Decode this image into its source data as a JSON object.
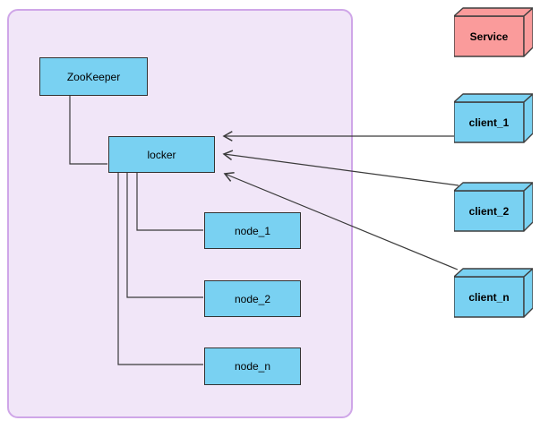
{
  "colors": {
    "node_fill": "#79d1f2",
    "service_fill": "#fa9b9b",
    "group_fill": "#f1e6f8",
    "group_border": "#cfa6e8",
    "line": "#3a3a3a"
  },
  "group": {
    "nodes": [
      {
        "id": "zookeeper",
        "label": "ZooKeeper"
      },
      {
        "id": "locker",
        "label": "locker"
      },
      {
        "id": "node_1",
        "label": "node_1"
      },
      {
        "id": "node_2",
        "label": "node_2"
      },
      {
        "id": "node_n",
        "label": "node_n"
      }
    ]
  },
  "external": {
    "service": {
      "label": "Service"
    },
    "clients": [
      {
        "label": "client_1"
      },
      {
        "label": "client_2"
      },
      {
        "label": "client_n"
      }
    ]
  },
  "edges": [
    {
      "from": "ZooKeeper",
      "to": "locker",
      "arrow": false
    },
    {
      "from": "locker",
      "to": "node_1",
      "arrow": false
    },
    {
      "from": "locker",
      "to": "node_2",
      "arrow": false
    },
    {
      "from": "locker",
      "to": "node_n",
      "arrow": false
    },
    {
      "from": "client_1",
      "to": "locker",
      "arrow": true
    },
    {
      "from": "client_2",
      "to": "locker",
      "arrow": true
    },
    {
      "from": "client_n",
      "to": "locker",
      "arrow": true
    }
  ]
}
